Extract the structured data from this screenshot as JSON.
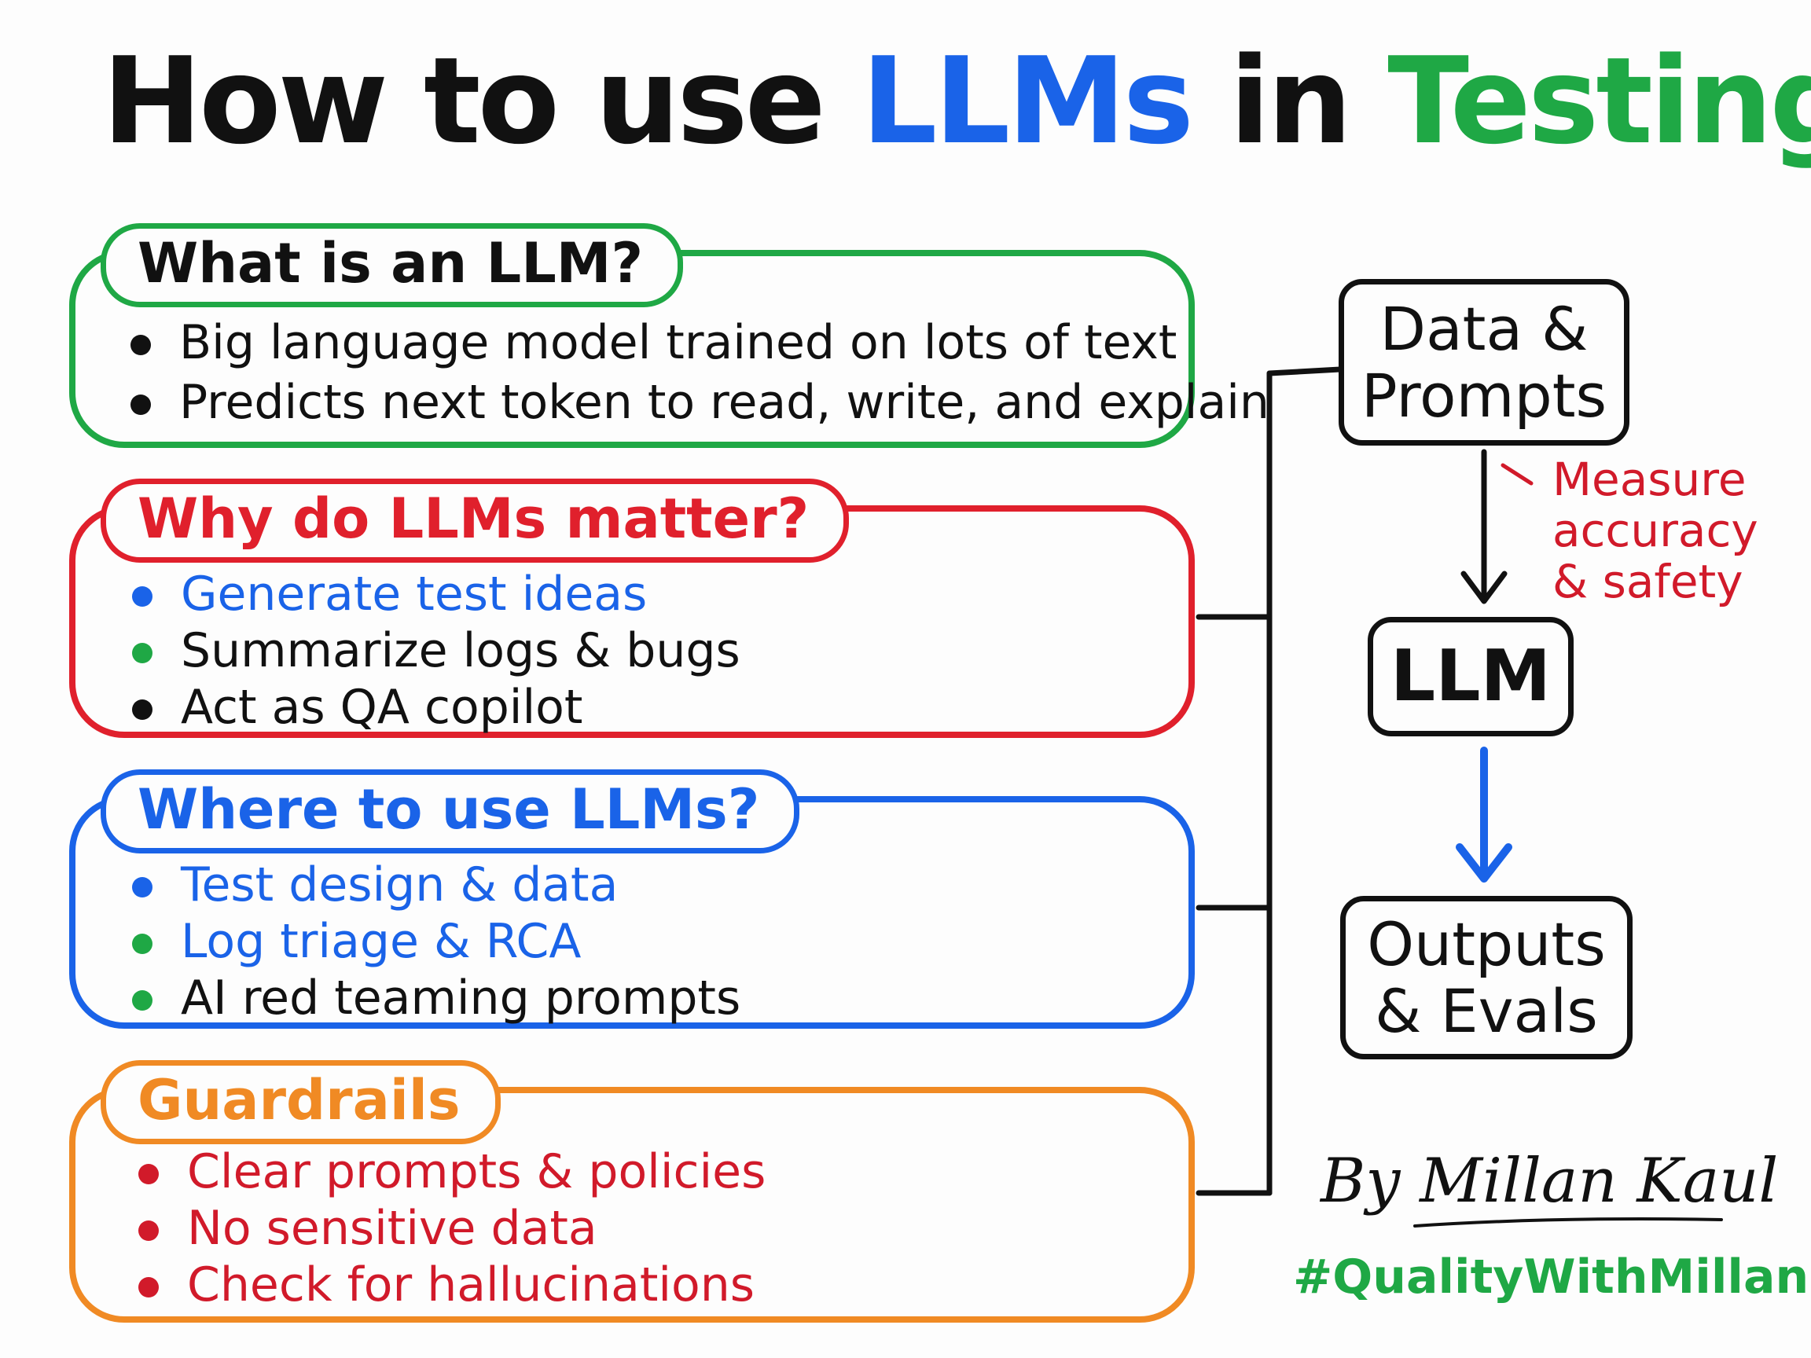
{
  "title": {
    "part1": "How to use ",
    "part2": "LLMs",
    "part3": " in ",
    "part4": "Testing"
  },
  "colors": {
    "green": "#1fa845",
    "red": "#e0202c",
    "blue": "#1a63e8",
    "orange": "#f08a24",
    "black": "#111111",
    "dark_red": "#d11a2a"
  },
  "cards": [
    {
      "header": "What is an LLM?",
      "items": [
        {
          "text": "Big language model trained on lots of text",
          "dot": "black"
        },
        {
          "text": "Predicts next token to read, write, and explain",
          "dot": "black"
        }
      ]
    },
    {
      "header": "Why do LLMs matter?",
      "items": [
        {
          "text": "Generate test ideas",
          "dot": "blue"
        },
        {
          "text": "Summarize logs & bugs",
          "dot": "green"
        },
        {
          "text": "Act as QA copilot",
          "dot": "black"
        }
      ]
    },
    {
      "header": "Where to use LLMs?",
      "items": [
        {
          "text": "Test design & data",
          "dot": "blue"
        },
        {
          "text": "Log triage & RCA",
          "dot": "green"
        },
        {
          "text": "AI red teaming prompts",
          "dot": "green"
        }
      ]
    },
    {
      "header": "Guardrails",
      "items": [
        {
          "text": "Clear prompts & policies",
          "dot": "red"
        },
        {
          "text": "No sensitive data",
          "dot": "red"
        },
        {
          "text": "Check for hallucinations",
          "dot": "red"
        }
      ]
    }
  ],
  "flow": {
    "box1": {
      "line1": "Data &",
      "line2": "Prompts"
    },
    "box2": {
      "line1": "LLM"
    },
    "box3": {
      "line1": "Outputs",
      "line2": "& Evals"
    },
    "annotation": {
      "line1": "Measure",
      "line2": "accuracy",
      "line3": "& safety"
    }
  },
  "footer": {
    "author": "By Millan Kaul",
    "hashtag": "#QualityWithMillan"
  }
}
